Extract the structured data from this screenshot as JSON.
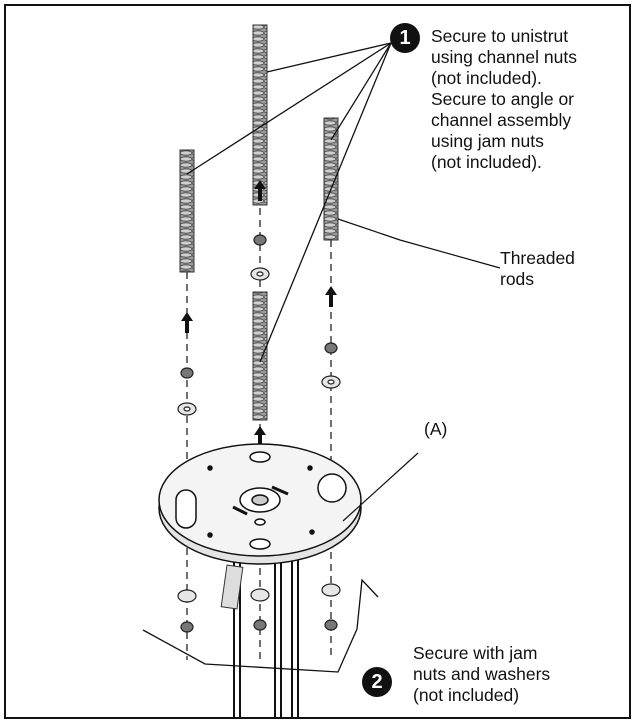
{
  "callouts": {
    "one": {
      "number": "1",
      "text": "Secure to unistrut\nusing channel nuts\n(not included).\nSecure to angle or\nchannel assembly\nusing jam nuts\n(not included)."
    },
    "two": {
      "number": "2",
      "text": "Secure with jam\nnuts and washers\n(not included)"
    }
  },
  "labels": {
    "threaded_rods": "Threaded\nrods",
    "plate": "(A)"
  },
  "colors": {
    "line": "#111111",
    "rod": "#8a8a8a",
    "rod_dark": "#3a3a3a",
    "plate": "#f2f2f2"
  }
}
